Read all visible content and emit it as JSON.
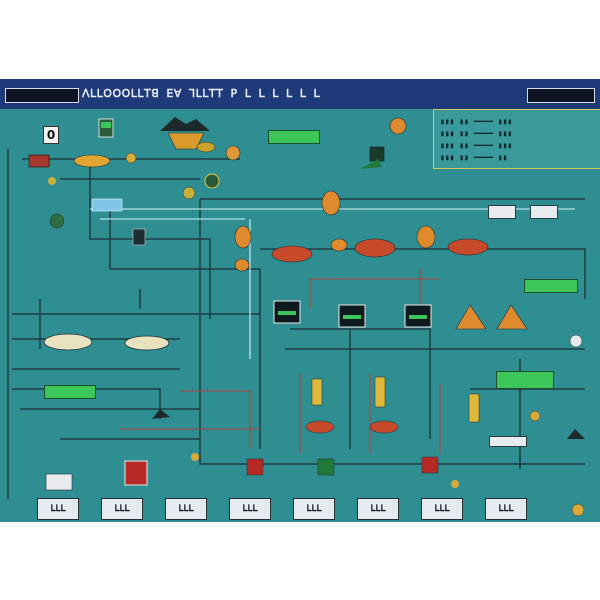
{
  "window": {
    "title": "ꓥꓡꓡꓳꓳꓳꓡꓡꓔꓭ ꓰꓯ ꓶꓡꓡꓔꓔ ꓑ ꓡ ꓡ ꓡ ꓡ ꓡ ꓡ"
  },
  "readouts": {
    "top_left": "0"
  },
  "bottom_buttons": [
    {
      "label": "ꓡꓡꓡ"
    },
    {
      "label": "ꓡꓡꓡ"
    },
    {
      "label": "ꓡꓡꓡ"
    },
    {
      "label": "ꓡꓡꓡ"
    },
    {
      "label": "ꓡꓡꓡ"
    },
    {
      "label": "ꓡꓡꓡ"
    },
    {
      "label": "ꓡꓡꓡ"
    },
    {
      "label": "ꓡꓡꓡ"
    }
  ],
  "colors": {
    "background": "#2f8e92",
    "titlebar": "#1f3a78",
    "pipe": "#1b2f36",
    "pipe_hot": "#b0463c",
    "pipe_light": "#d7f4ff",
    "tank_red": "#c74b2a",
    "tank_orange": "#e3892a",
    "valve_green": "#1f7a39",
    "panel_border": "#d6c957",
    "indicator_green": "#3cc65a"
  },
  "icons": {
    "valve": "valve-icon",
    "pump": "pump-icon",
    "tank": "tank-icon",
    "motor": "motor-icon",
    "gauge": "gauge-icon",
    "hopper": "hopper-icon"
  }
}
